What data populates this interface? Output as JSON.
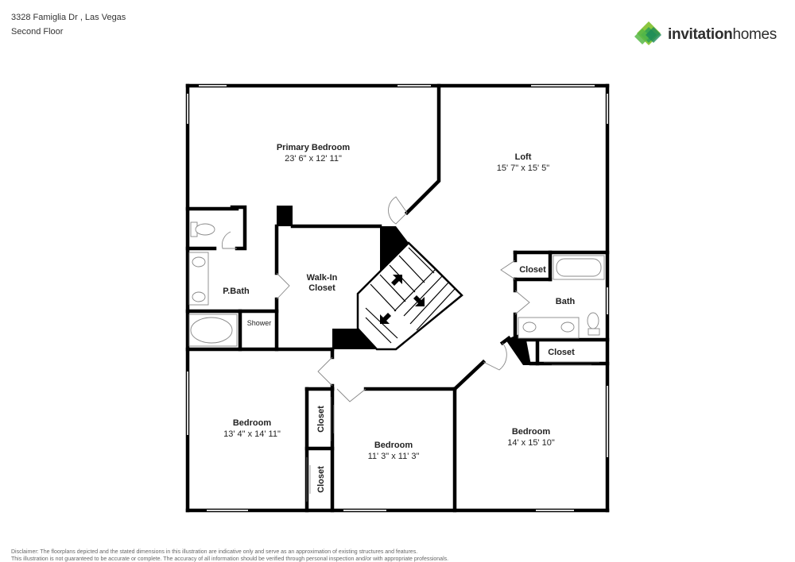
{
  "header": {
    "address": "3328 Famiglia Dr , Las Vegas",
    "floor": "Second Floor"
  },
  "brand": {
    "name_prefix": "invitation",
    "name_suffix": "homes",
    "colors": [
      "#8cc63f",
      "#3aa651",
      "#1b8a5a",
      "#57b947"
    ]
  },
  "rooms": {
    "primary_bedroom": {
      "name": "Primary Bedroom",
      "dims": "23' 6\" x 12' 11\""
    },
    "loft": {
      "name": "Loft",
      "dims": "15' 7\" x 15' 5\""
    },
    "walk_in_closet": {
      "name_line1": "Walk-In",
      "name_line2": "Closet"
    },
    "p_bath": {
      "name": "P.Bath"
    },
    "shower": {
      "name": "Shower"
    },
    "closet_loft": {
      "name": "Closet"
    },
    "bath": {
      "name": "Bath"
    },
    "closet_bed_right": {
      "name": "Closet"
    },
    "bedroom_left": {
      "name": "Bedroom",
      "dims": "13' 4\" x 14' 11\""
    },
    "closet_left_top": {
      "name": "Closet"
    },
    "closet_left_bottom": {
      "name": "Closet"
    },
    "bedroom_middle": {
      "name": "Bedroom",
      "dims": "11' 3\" x 11' 3\""
    },
    "bedroom_right": {
      "name": "Bedroom",
      "dims": "14' x 15' 10\""
    }
  },
  "icons": [
    "stair-arrow-icon",
    "toilet-icon",
    "sink-icon",
    "bathtub-icon",
    "door-swing-icon"
  ],
  "disclaimer": {
    "line1": "Disclaimer: The floorplans depicted and the stated dimensions in this illustration are indicative only and serve as an approximation of existing structures and features.",
    "line2": "This illustration is not guaranteed to be accurate or complete. The accuracy of all information should be verified through personal inspection and/or with appropriate professionals."
  }
}
